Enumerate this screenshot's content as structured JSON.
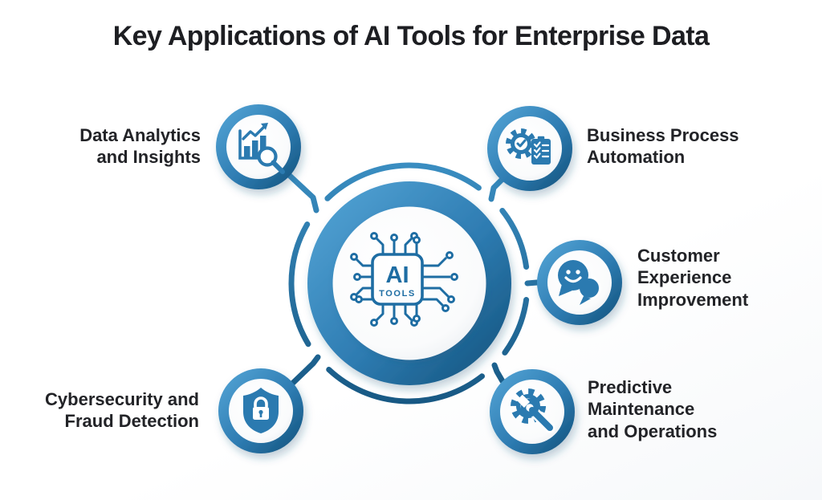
{
  "title": "Key Applications of AI Tools for Enterprise Data",
  "center": {
    "label_main": "AI",
    "label_sub": "TOOLS",
    "icon": "ai-chip-circuit-icon"
  },
  "nodes": [
    {
      "id": "data-analytics",
      "label": "Data Analytics\nand Insights",
      "icon": "bar-chart-magnifier-icon",
      "position": "top-left"
    },
    {
      "id": "business-process",
      "label": "Business Process\nAutomation",
      "icon": "gear-checklist-icon",
      "position": "top-right"
    },
    {
      "id": "customer-experience",
      "label": "Customer\nExperience\nImprovement",
      "icon": "chat-smiley-icon",
      "position": "right"
    },
    {
      "id": "cybersecurity",
      "label": "Cybersecurity and\nFraud Detection",
      "icon": "shield-lock-icon",
      "position": "bottom-left"
    },
    {
      "id": "predictive-maintenance",
      "label": "Predictive\nMaintenance\nand Operations",
      "icon": "gear-wrench-icon",
      "position": "bottom-right"
    }
  ],
  "colors": {
    "primary_blue": "#2e7cb2",
    "light_blue": "#56a7d8",
    "dark_blue": "#115079",
    "icon_blue": "#2b7ab0",
    "chip_blue": "#1e6da3",
    "text": "#222327",
    "title_text": "#1d1e22",
    "background": "#ffffff"
  }
}
